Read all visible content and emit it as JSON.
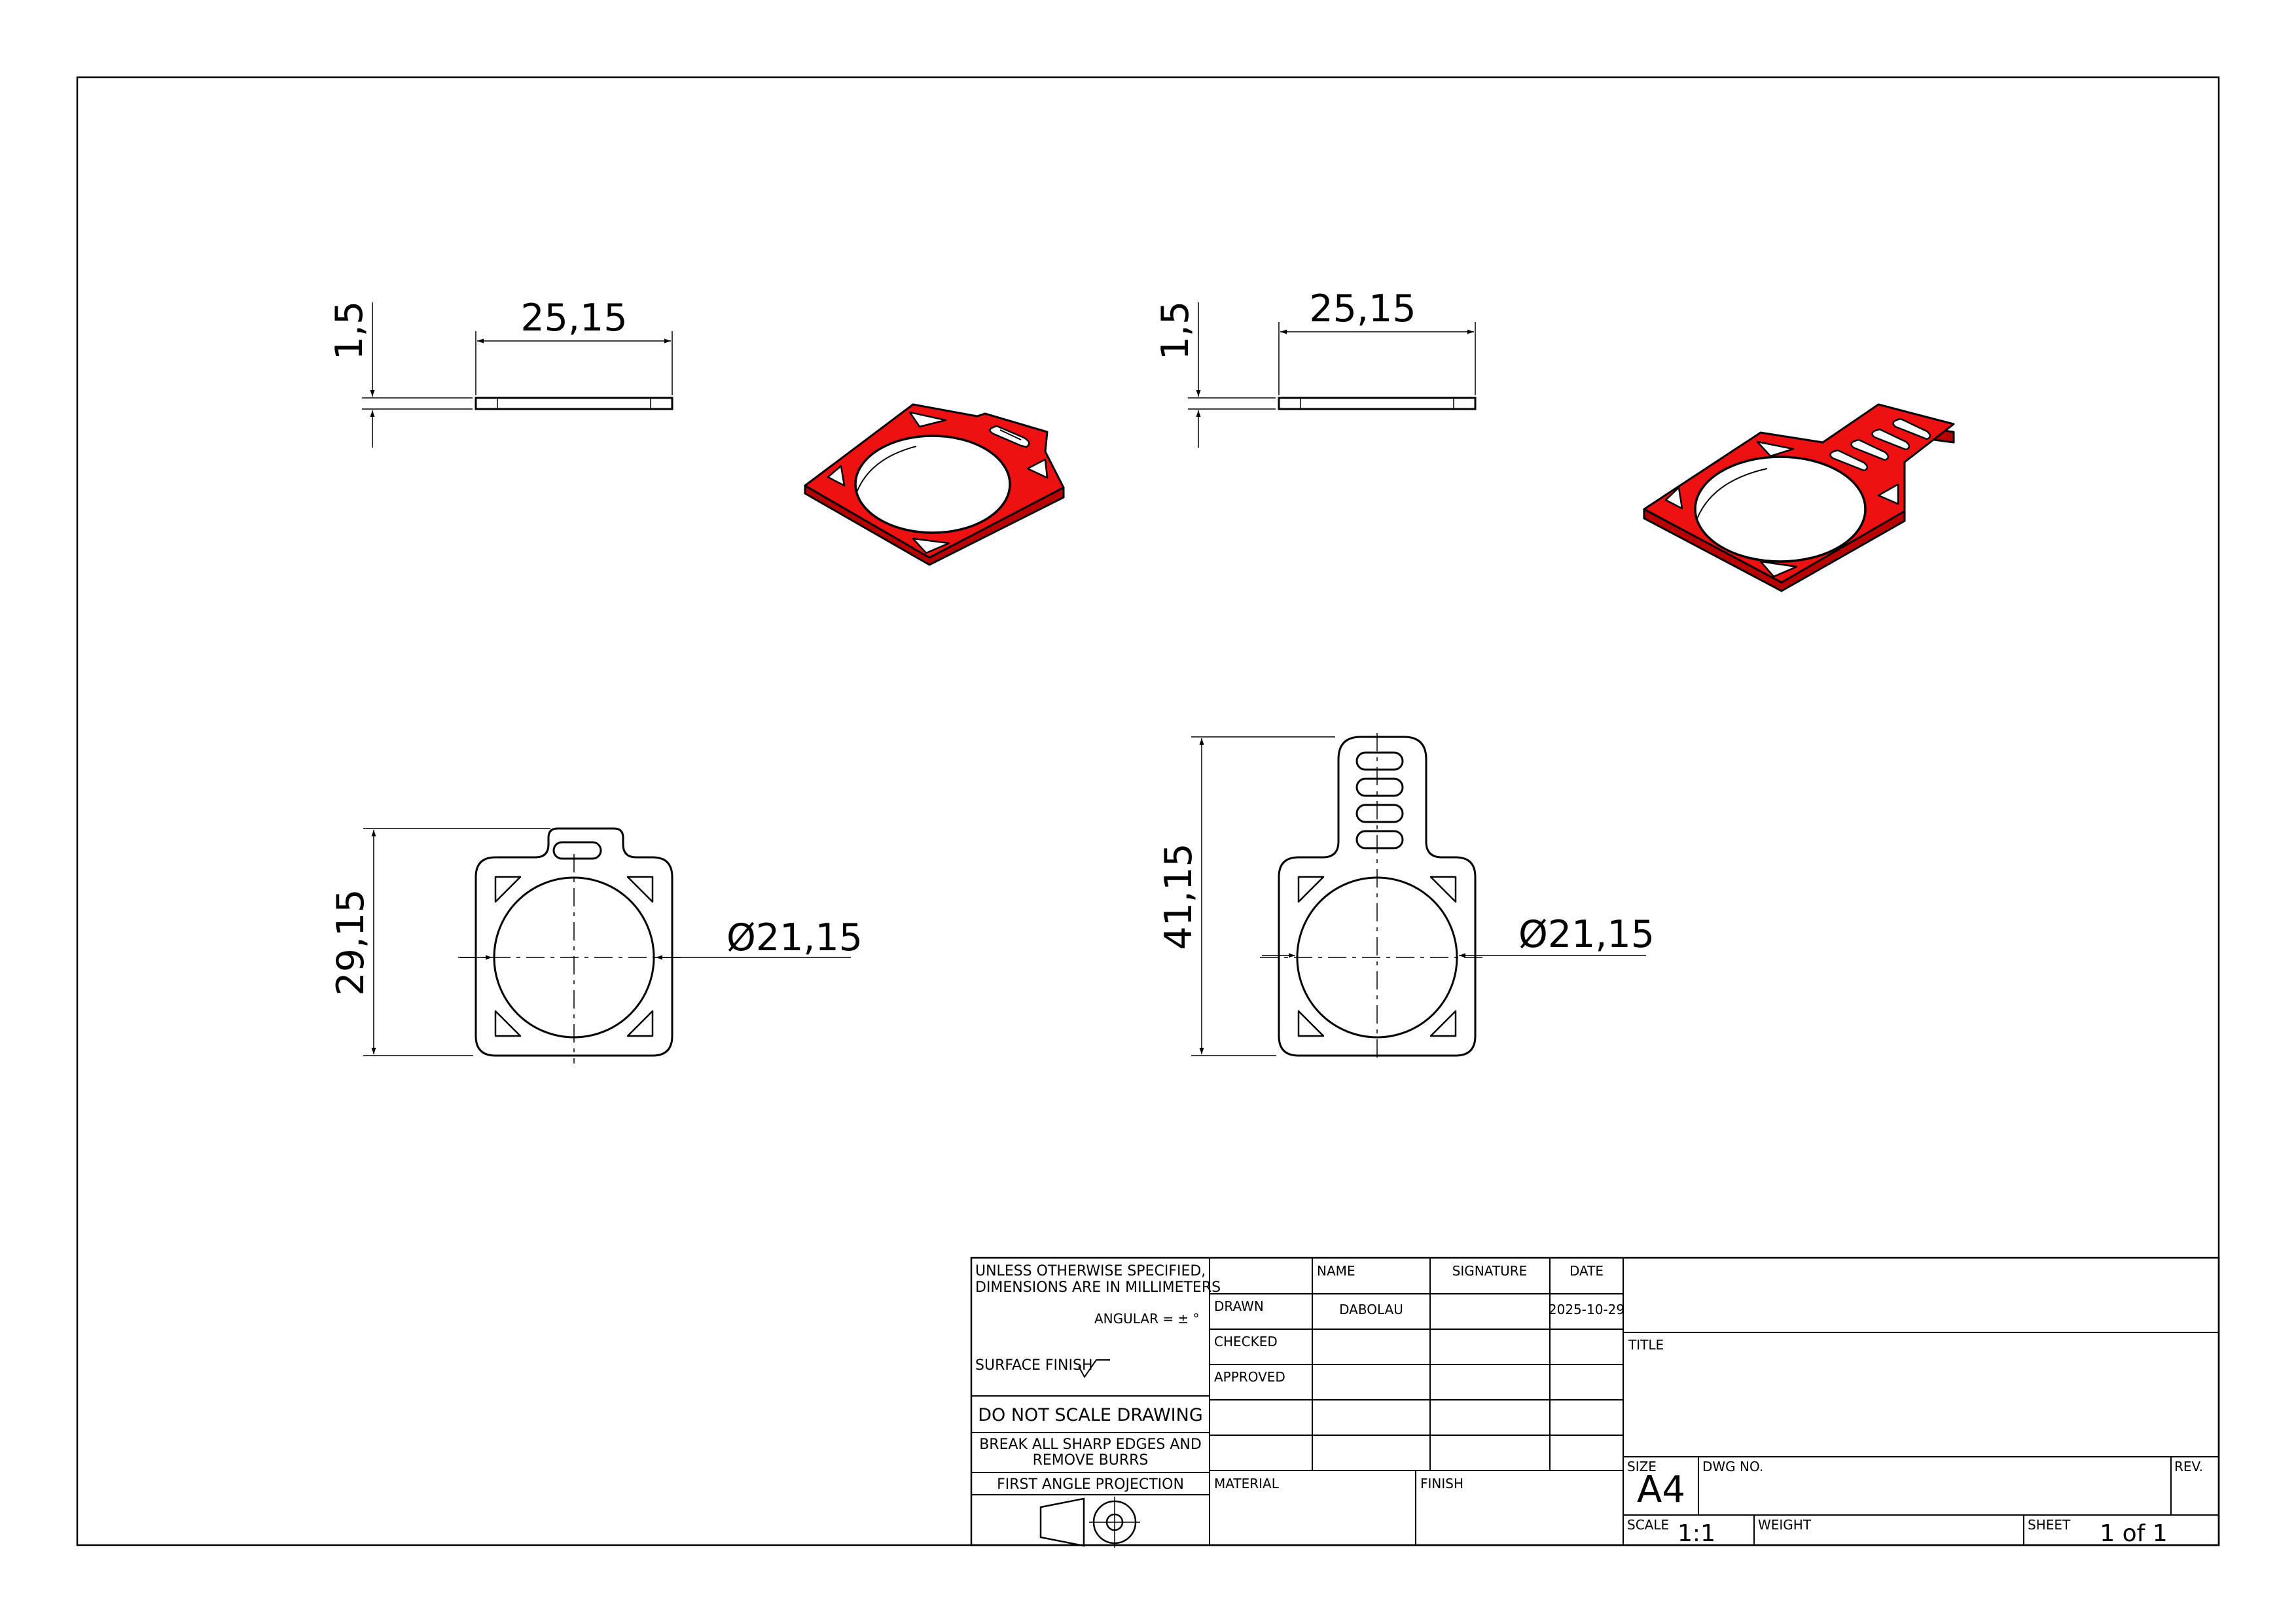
{
  "dimensions": {
    "left": {
      "thickness": "1,5",
      "width": "25,15",
      "height": "29,15",
      "diameter": "Ø21,15"
    },
    "right": {
      "thickness": "1,5",
      "width": "25,15",
      "height": "41,15",
      "diameter": "Ø21,15"
    }
  },
  "colors": {
    "part": "#ee1111",
    "line": "#000000"
  },
  "title_block": {
    "notes": {
      "line1": "UNLESS OTHERWISE SPECIFIED,",
      "line2": "DIMENSIONS ARE IN MILLIMETERS",
      "angular": "ANGULAR = ± °",
      "surface_finish": "SURFACE FINISH",
      "do_not_scale": "DO NOT SCALE DRAWING",
      "break_edges_1": "BREAK ALL SHARP EDGES AND",
      "break_edges_2": "REMOVE BURRS",
      "projection": "FIRST ANGLE PROJECTION"
    },
    "headers": {
      "name": "NAME",
      "signature": "SIGNATURE",
      "date": "DATE"
    },
    "rows": {
      "drawn": "DRAWN",
      "checked": "CHECKED",
      "approved": "APPROVED"
    },
    "drawn_name": "DABOLAU",
    "drawn_date": "2025-10-29",
    "material": "MATERIAL",
    "finish": "FINISH",
    "title_label": "TITLE",
    "size_label": "SIZE",
    "size": "A4",
    "dwg_no_label": "DWG NO.",
    "rev_label": "REV.",
    "scale_label": "SCALE",
    "scale": "1:1",
    "weight_label": "WEIGHT",
    "sheet_label": "SHEET",
    "sheet": "1 of 1"
  }
}
